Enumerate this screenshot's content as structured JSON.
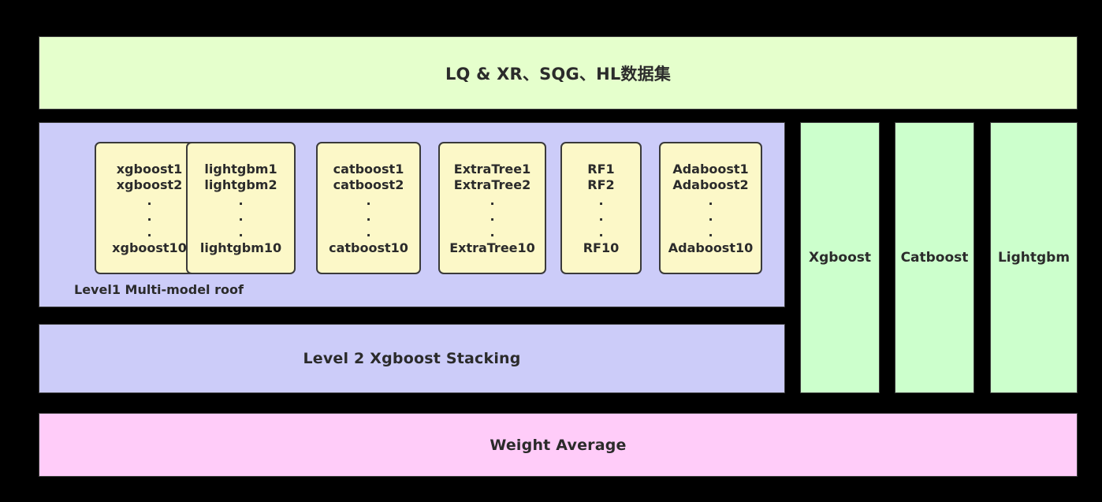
{
  "diagram": {
    "background_color": "#000000",
    "dataset_banner": {
      "label": "LQ & XR、SQG、HL数据集",
      "color": "#e5ffcc"
    },
    "level1": {
      "panel_label": "Level1 Multi-model roof",
      "panel_color": "#ccccf9",
      "box_color": "#fcf8c8",
      "boxes": [
        {
          "name": "xgboost",
          "lines": [
            "xgboost1",
            "xgboost2",
            ".",
            ".",
            ".",
            "xgboost10"
          ]
        },
        {
          "name": "lightgbm",
          "lines": [
            "lightgbm1",
            "lightgbm2",
            ".",
            ".",
            ".",
            "lightgbm10"
          ]
        },
        {
          "name": "catboost",
          "lines": [
            "catboost1",
            "catboost2",
            ".",
            ".",
            ".",
            "catboost10"
          ]
        },
        {
          "name": "ExtraTree",
          "lines": [
            "ExtraTree1",
            "ExtraTree2",
            ".",
            ".",
            ".",
            "ExtraTree10"
          ]
        },
        {
          "name": "RF",
          "lines": [
            "RF1",
            "RF2",
            ".",
            ".",
            ".",
            "RF10"
          ]
        },
        {
          "name": "Adaboost",
          "lines": [
            "Adaboost1",
            "Adaboost2",
            ".",
            ".",
            ".",
            "Adaboost10"
          ]
        }
      ]
    },
    "level2": {
      "label": "Level 2 Xgboost Stacking",
      "color": "#ccccf9"
    },
    "right_columns": {
      "color": "#ccffcc",
      "items": [
        {
          "label": "Xgboost"
        },
        {
          "label": "Catboost"
        },
        {
          "label": "Lightgbm"
        }
      ]
    },
    "weight_average": {
      "label": "Weight Average",
      "color": "#ffccf9"
    }
  }
}
